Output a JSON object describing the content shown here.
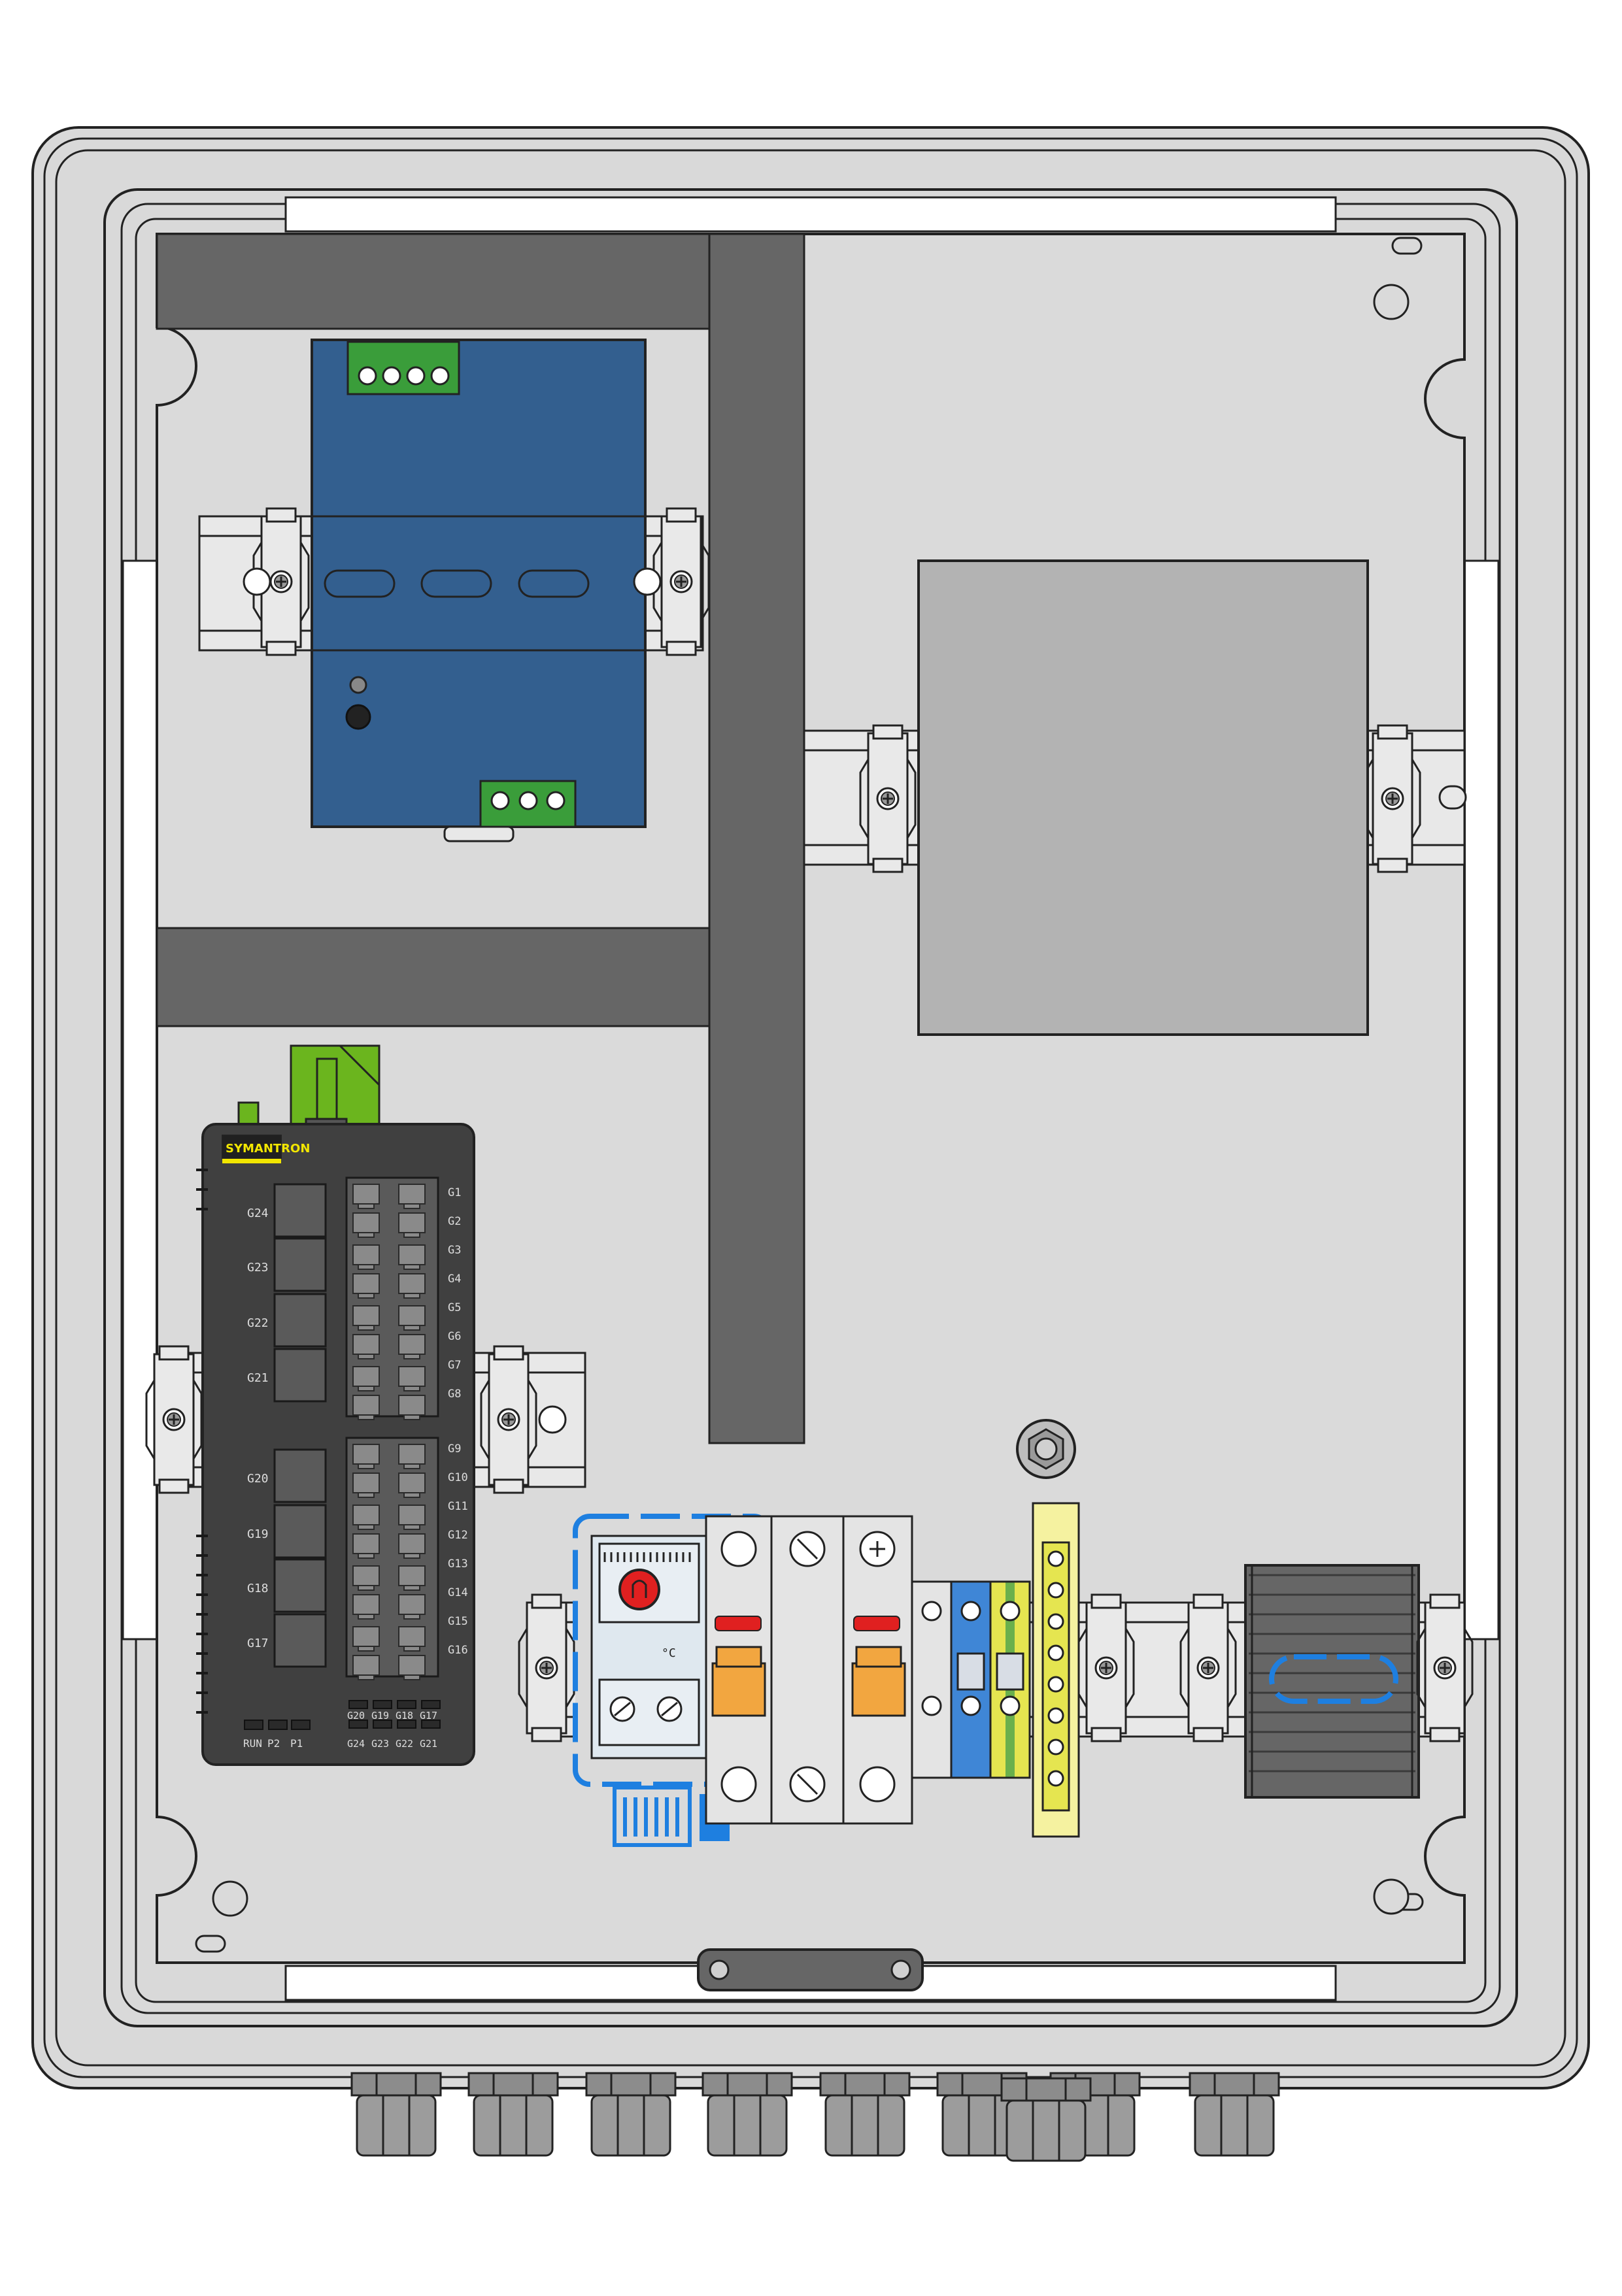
{
  "switch": {
    "brand": "SYMANTRON",
    "ports_left": [
      "G24",
      "G23",
      "G22",
      "G21",
      "G20",
      "G19",
      "G18",
      "G17"
    ],
    "ports_right": [
      "G1",
      "G2",
      "G3",
      "G4",
      "G5",
      "G6",
      "G7",
      "G8",
      "G9",
      "G10",
      "G11",
      "G12",
      "G13",
      "G14",
      "G15",
      "G16"
    ],
    "bottom_labels": [
      "RUN",
      "P2",
      "P1"
    ],
    "sfp_labels": [
      "G20",
      "G19",
      "G18",
      "G17",
      "G24",
      "G23",
      "G22",
      "G21"
    ]
  },
  "thermostat": {
    "unit": "°C"
  },
  "colors": {
    "enclosure": "#d9d9d9",
    "duct": "#666666",
    "power_supply": "#335f8f",
    "terminal_green": "#3a9d3a",
    "switch_body": "#404040",
    "port_area": "#5a5a5a",
    "transformer": "#b3b3b3",
    "thermostat_outline": "#1e7fe0",
    "breaker_handle": "#f2a640",
    "breaker_indicator": "#e02020",
    "terminal_blue": "#3f86d6",
    "ground_yellow": "#e5e550",
    "ground_green": "#6ab04c",
    "busbar": "#f5f2a0",
    "din_rail": "#e8e8e8",
    "cable_gland": "#8c8c8c"
  },
  "icons": [
    "screw-icon",
    "fan-icon",
    "ground-symbol-icon",
    "thermostat-dial-icon"
  ]
}
